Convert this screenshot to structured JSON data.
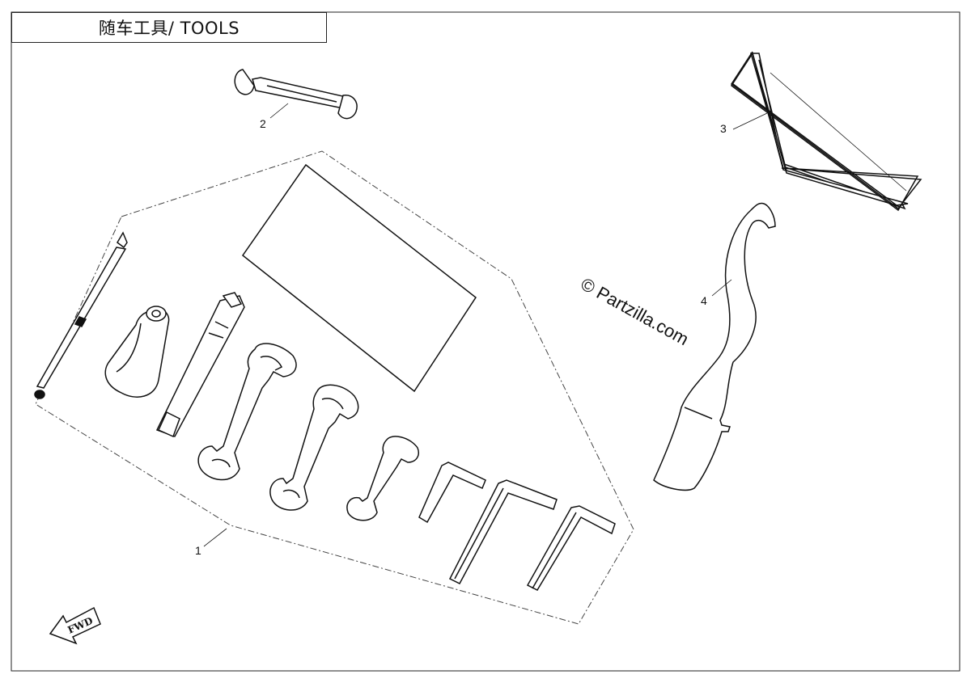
{
  "title": "随车工具/ TOOLS",
  "callouts": [
    "1",
    "2",
    "3",
    "4"
  ],
  "watermark": "© Partzilla.com",
  "direction_label": "FWD",
  "colors": {
    "line": "#111111",
    "background": "#ffffff"
  }
}
